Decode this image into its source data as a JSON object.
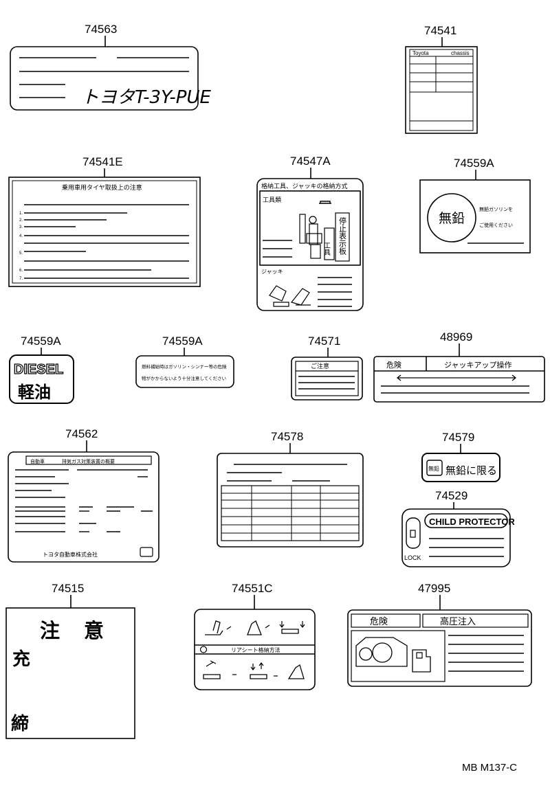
{
  "diagram": {
    "reference": "MB M137-C",
    "parts": [
      {
        "part_no": "74563",
        "label_text": "トヨタT-3Y-PUE"
      },
      {
        "part_no": "74541",
        "label_text_left": "Toyota",
        "label_text_right": "chassis"
      },
      {
        "part_no": "74541E",
        "label_title": "乗用車用タイヤ取扱上の注意",
        "item_marks": [
          "1.",
          "2.",
          "3.",
          "4.",
          "5.",
          "6.",
          "7."
        ]
      },
      {
        "part_no": "74547A",
        "label_title": "格納工具、ジャッキの格納方式",
        "section_tools": "工具類",
        "section_jack": "ジャッキ",
        "vertical_sign_1": "工具",
        "vertical_sign_2": "停止表示板"
      },
      {
        "part_no": "74559A",
        "circle_text": "無鉛",
        "line_1": "無鉛ガソリンを",
        "line_2": "ご使用ください"
      },
      {
        "part_no": "74559A",
        "label_text_en": "DIESEL",
        "label_text_jp": "軽油"
      },
      {
        "part_no": "74559A",
        "line_1": "燃料補給時はガソリン・シンナー等の危険",
        "line_2": "物がかからないよう十分注意してください"
      },
      {
        "part_no": "74571",
        "label_title": "ご注意"
      },
      {
        "part_no": "48969",
        "left_text": "危険",
        "right_text": "ジャッキアップ操作"
      },
      {
        "part_no": "74562",
        "label_title": "排気ガス対策装置の概要",
        "label_tag": "自動車",
        "footer": "トヨタ自動車株式会社"
      },
      {
        "part_no": "74578"
      },
      {
        "part_no": "74579",
        "box_text": "無鉛",
        "text": "無鉛に限る"
      },
      {
        "part_no": "74529",
        "label_text": "CHILD PROTECTOR",
        "lock_text": "LOCK"
      },
      {
        "part_no": "74515",
        "chars": [
          "注",
          "意",
          "充",
          "締"
        ]
      },
      {
        "part_no": "74551C",
        "subtitle": "リアシート格納方法"
      },
      {
        "part_no": "47995",
        "left_text": "危険",
        "right_text": "高圧注入"
      }
    ]
  }
}
